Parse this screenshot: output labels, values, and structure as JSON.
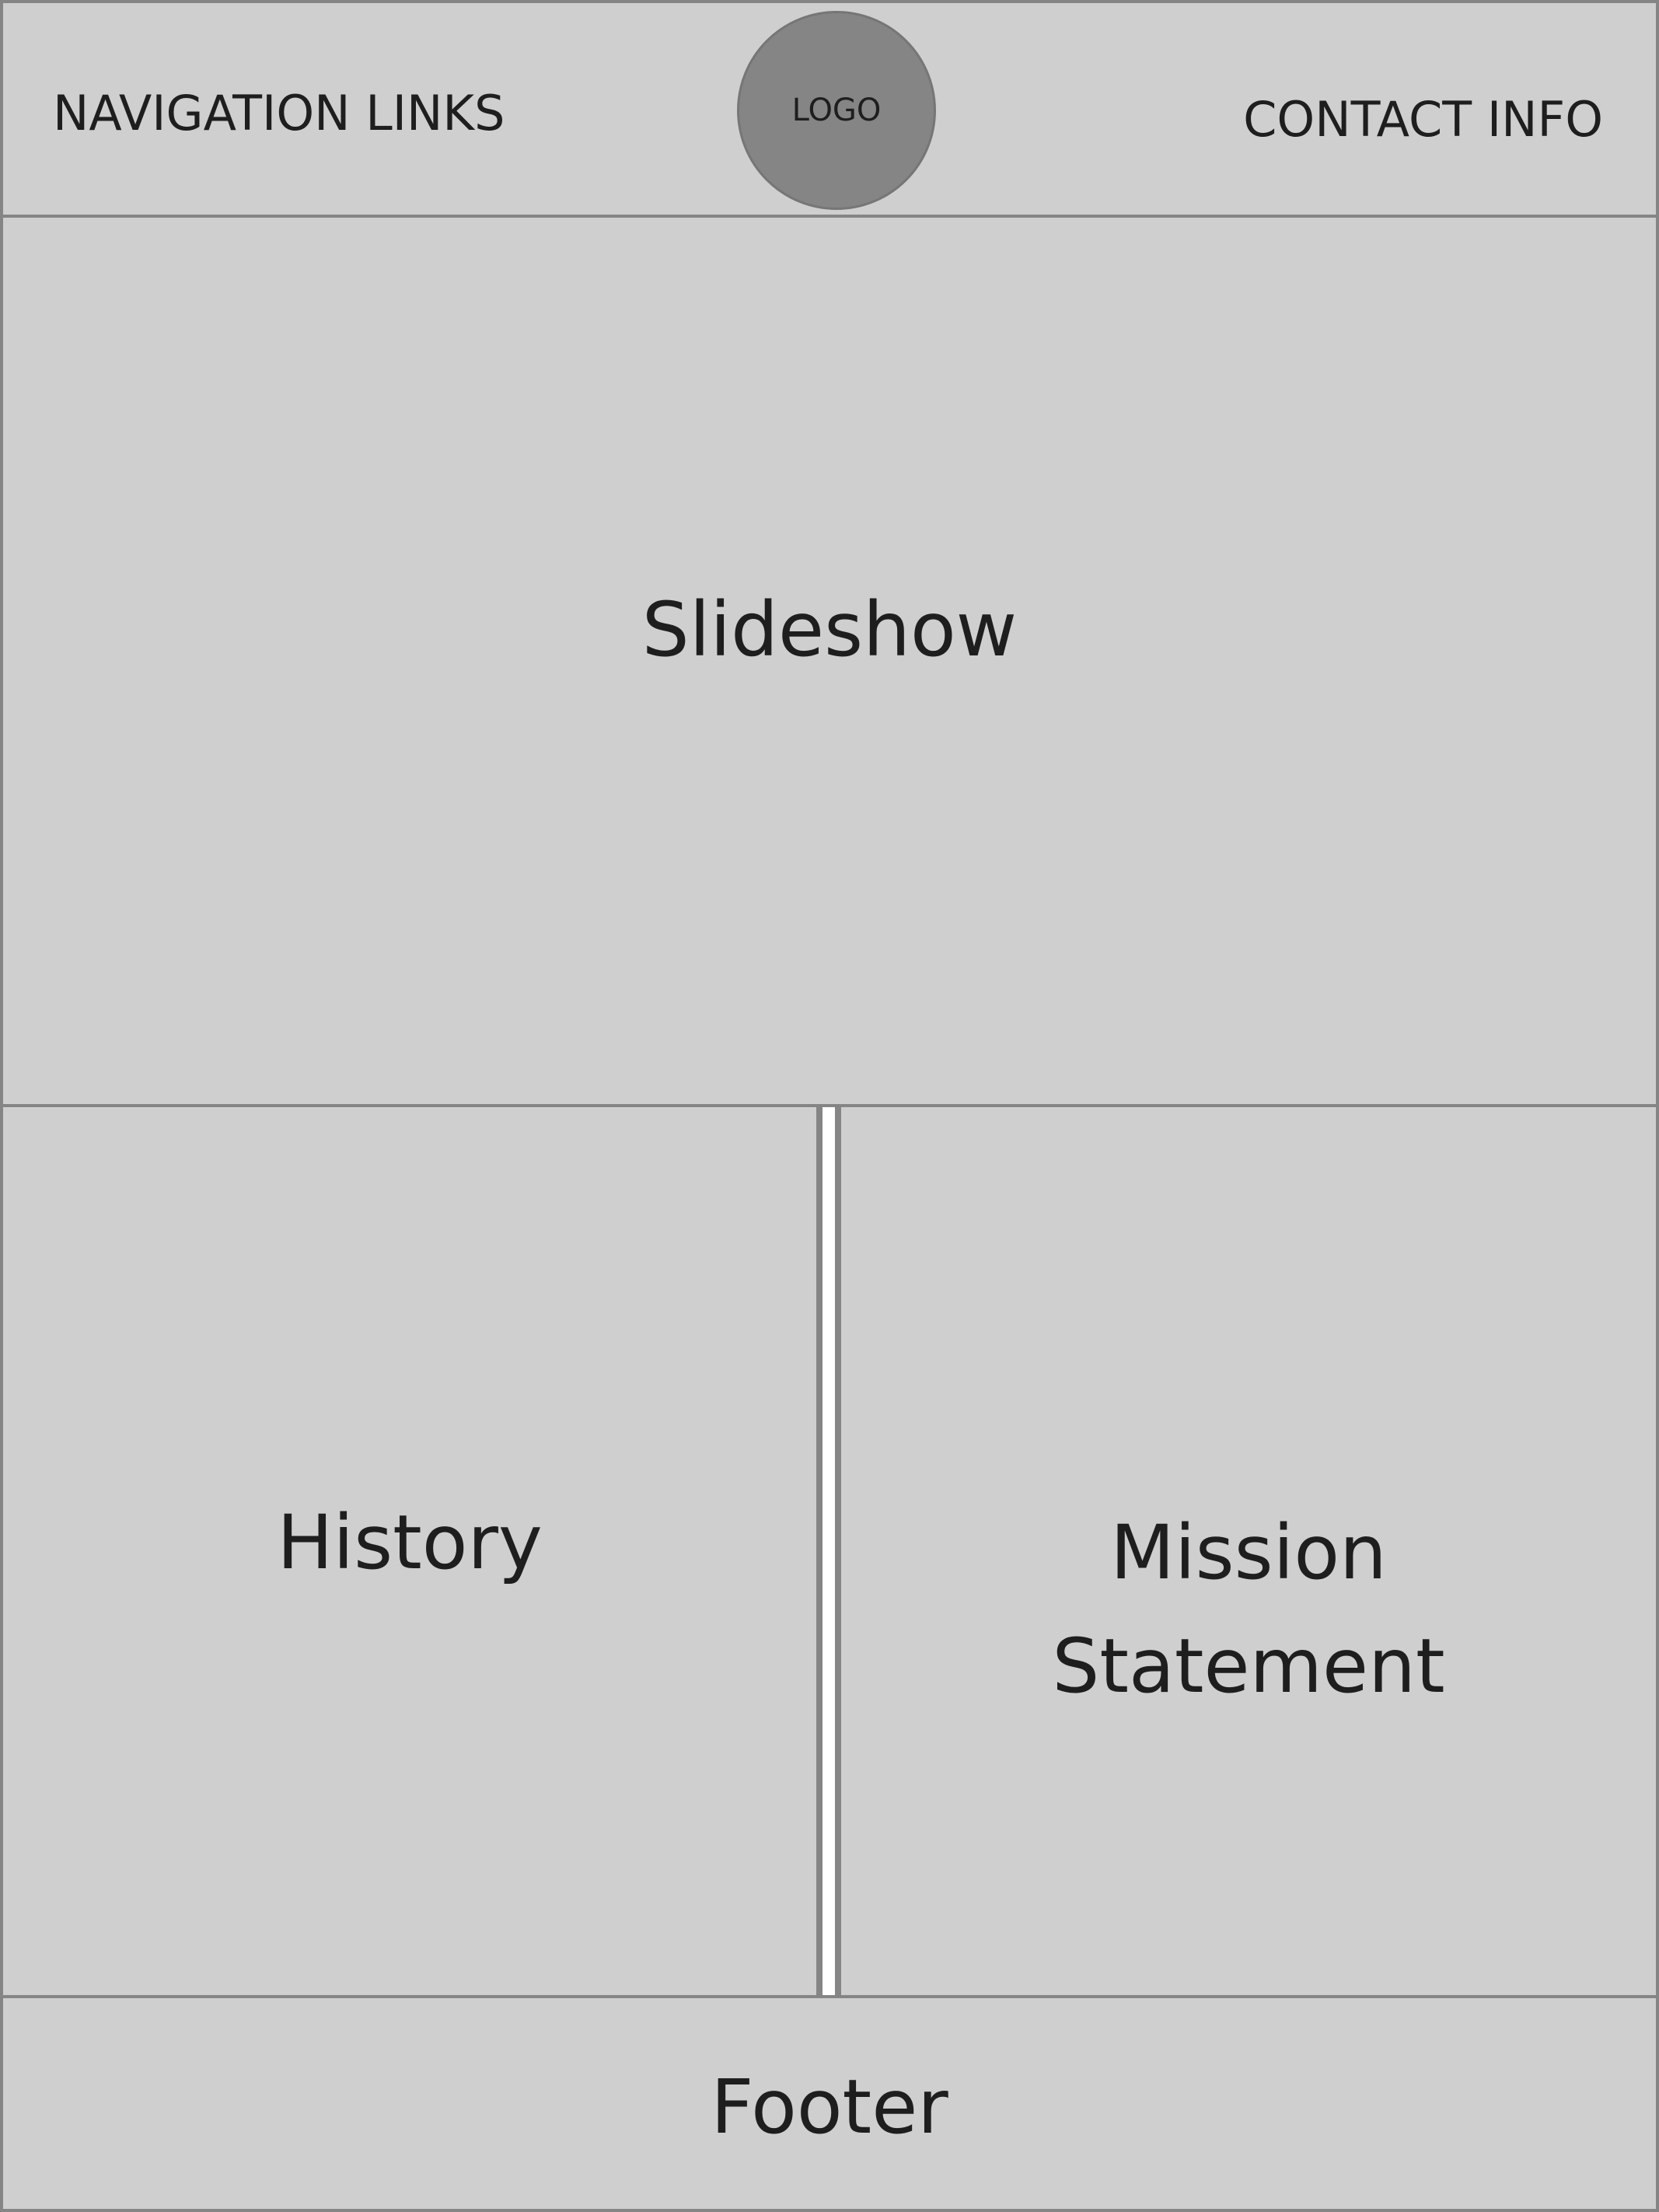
{
  "header": {
    "navigation": "NAVIGATION LINKS",
    "logo": "LOGO",
    "contact": "CONTACT INFO"
  },
  "slideshow": {
    "label": "Slideshow"
  },
  "history": {
    "label": "History"
  },
  "mission": {
    "line1": "Mission",
    "line2": "Statement"
  },
  "footer": {
    "label": "Footer"
  },
  "colors": {
    "block_fill": "#cfcfcf",
    "border": "#858585",
    "logo_fill": "#858585",
    "text": "#1e1e1e",
    "background": "#ffffff"
  }
}
